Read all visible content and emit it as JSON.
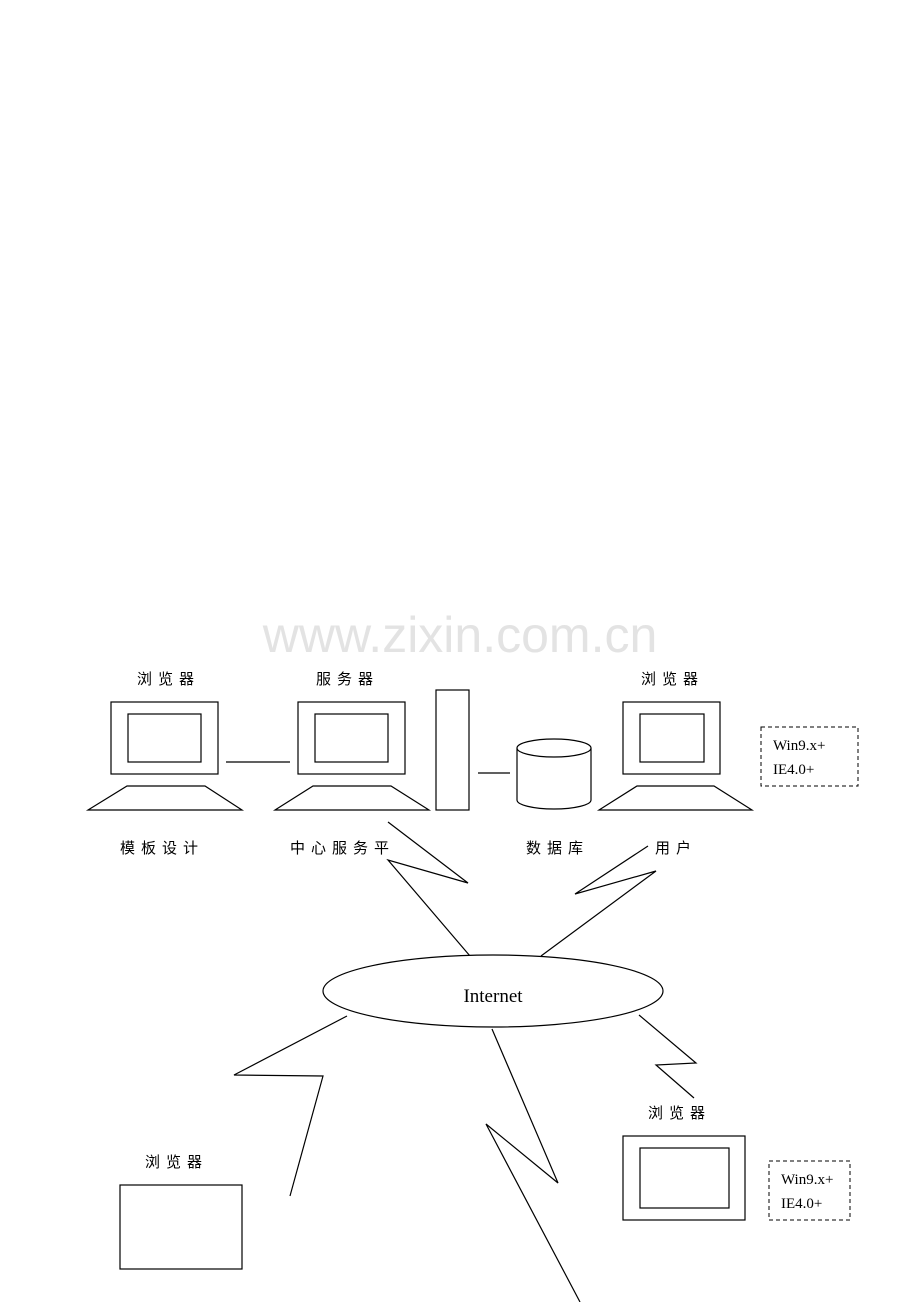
{
  "watermark": "www.zixin.com.cn",
  "labels": {
    "browser_left": "浏览器",
    "server_top": "服务器",
    "browser_right": "浏览器",
    "template_design": "模板设计",
    "center_server": "中心服务平",
    "database": "数据库",
    "user": "用户",
    "browser_bottom_left": "浏览器",
    "browser_bottom_right": "浏览器"
  },
  "internet": "Internet",
  "note_top": {
    "line1": "Win9.x+",
    "line2": "IE4.0+"
  },
  "note_bottom": {
    "line1": "Win9.x+",
    "line2": "IE4.0+"
  }
}
